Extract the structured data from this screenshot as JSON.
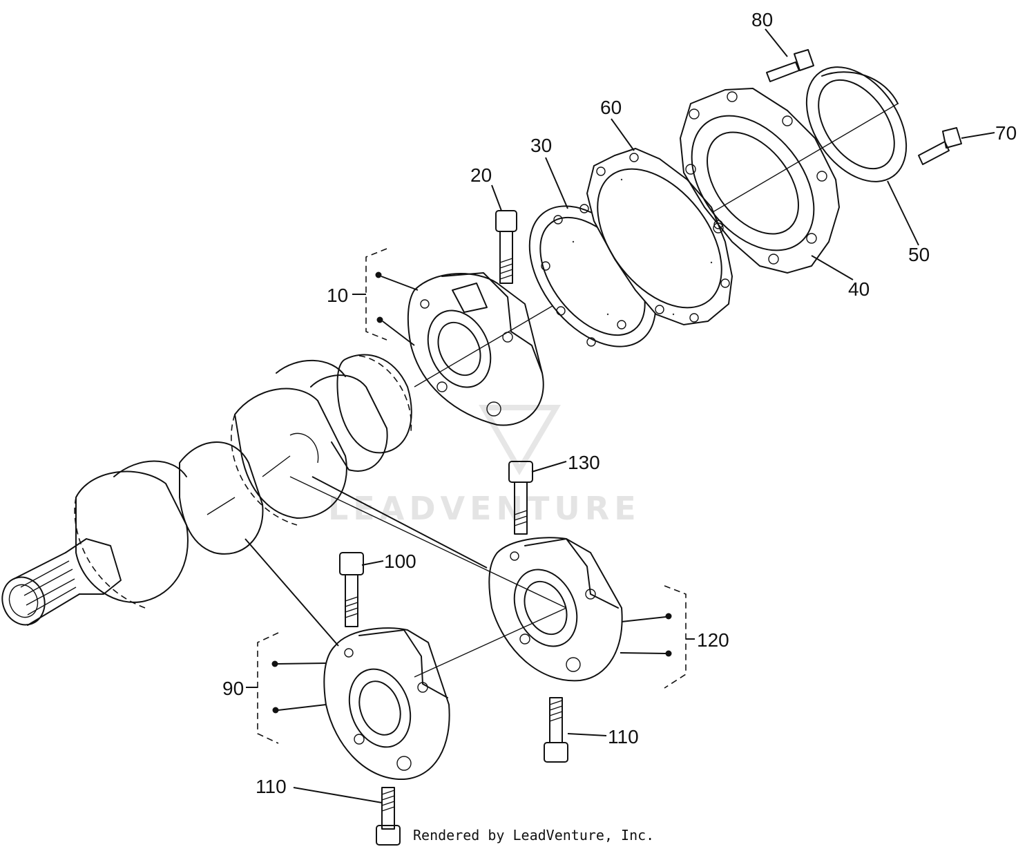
{
  "callouts": [
    {
      "id": "10",
      "label": "10"
    },
    {
      "id": "20",
      "label": "20"
    },
    {
      "id": "30",
      "label": "30"
    },
    {
      "id": "40",
      "label": "40"
    },
    {
      "id": "50",
      "label": "50"
    },
    {
      "id": "60",
      "label": "60"
    },
    {
      "id": "70",
      "label": "70"
    },
    {
      "id": "80",
      "label": "80"
    },
    {
      "id": "90",
      "label": "90"
    },
    {
      "id": "100",
      "label": "100"
    },
    {
      "id": "110a",
      "label": "110"
    },
    {
      "id": "110b",
      "label": "110"
    },
    {
      "id": "120",
      "label": "120"
    },
    {
      "id": "130",
      "label": "130"
    }
  ],
  "watermark": "LEADVENTURE",
  "credit": "Rendered by LeadVenture, Inc.",
  "colors": {
    "line": "#111111",
    "watermark": "#e4e4e4",
    "background": "#ffffff"
  }
}
